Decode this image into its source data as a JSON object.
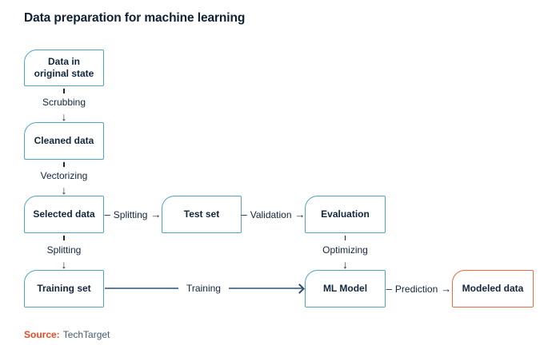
{
  "title": "Data preparation for machine learning",
  "glyphs": {
    "arrow_down": "↓",
    "arrow_right": "→",
    "dash": "–"
  },
  "colors": {
    "accent_blue": "#4da5c7",
    "accent_orange": "#f1683a",
    "text_navy": "#13263d",
    "line_slate": "#5d7e96",
    "source_red": "#e54a22",
    "source_text": "#475d74",
    "background": "#ffffff"
  },
  "nodes": {
    "original": {
      "label": "Data in original state"
    },
    "cleaned": {
      "label": "Cleaned data"
    },
    "selected": {
      "label": "Selected data"
    },
    "test": {
      "label": "Test set"
    },
    "evaluation": {
      "label": "Evaluation"
    },
    "training_set": {
      "label": "Training set"
    },
    "ml_model": {
      "label": "ML Model"
    },
    "modeled": {
      "label": "Modeled data"
    }
  },
  "edges": {
    "scrubbing": {
      "label": "Scrubbing"
    },
    "vectorizing": {
      "label": "Vectorizing"
    },
    "splitting_to_test": {
      "label": "Splitting"
    },
    "validation": {
      "label": "Validation"
    },
    "splitting_to_training": {
      "label": "Splitting"
    },
    "optimizing": {
      "label": "Optimizing"
    },
    "training": {
      "label": "Training"
    },
    "prediction": {
      "label": "Prediction"
    }
  },
  "source": {
    "label": "Source:",
    "value": "TechTarget"
  }
}
